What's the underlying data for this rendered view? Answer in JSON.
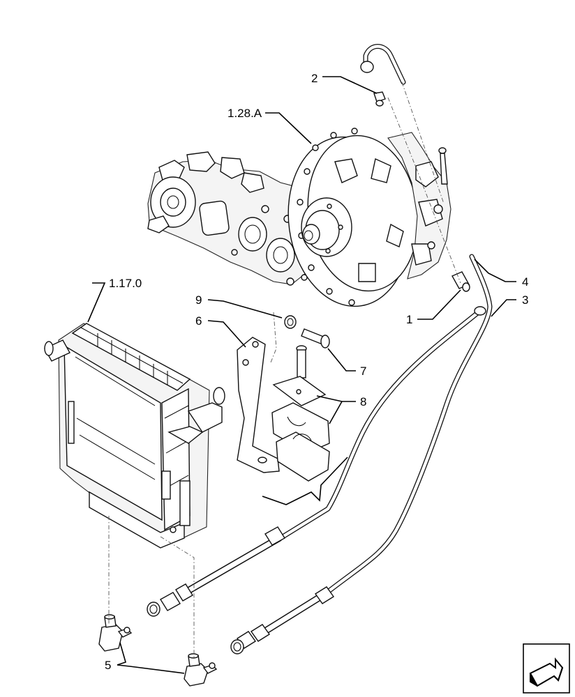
{
  "callouts": {
    "c1": "1",
    "c2": "2",
    "c3": "3",
    "c4": "4",
    "c5": "5",
    "c6": "6",
    "c7": "7",
    "c8": "8",
    "c9": "9",
    "c1280A": "1.28.A",
    "c1170": "1.17.0"
  },
  "nav": {
    "icon": "next-page-arrow-icon"
  }
}
